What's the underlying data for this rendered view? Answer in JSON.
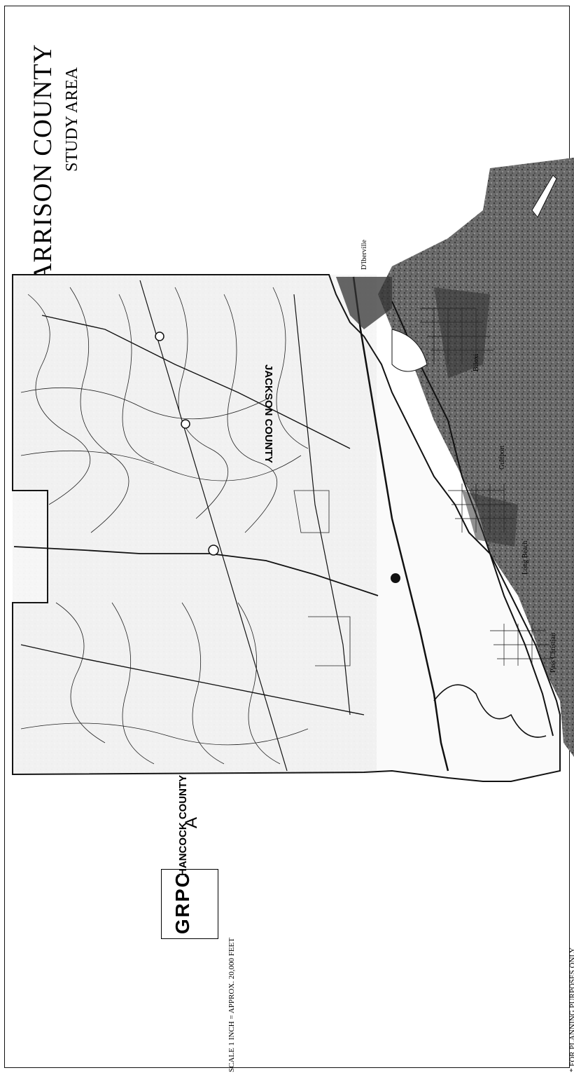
{
  "map": {
    "title": "HARRISON COUNTY",
    "subtitle": "STUDY AREA",
    "neighbor_north": "JACKSON COUNTY",
    "neighbor_south": "HANCOCK COUNTY",
    "cities": [
      "D'Iberville",
      "Biloxi",
      "Gulfport",
      "Long Beach",
      "Pass Christian"
    ],
    "scale_text": "SCALE 1 INCH = APPROX. 20,000 FEET",
    "planning_note": "* FOR PLANNING PURPOSES ONLY",
    "logo_text": "GRPC",
    "north_arrow": "A",
    "colors": {
      "ink": "#111111",
      "water": "#5a5a5a",
      "paper": "#ffffff"
    }
  }
}
